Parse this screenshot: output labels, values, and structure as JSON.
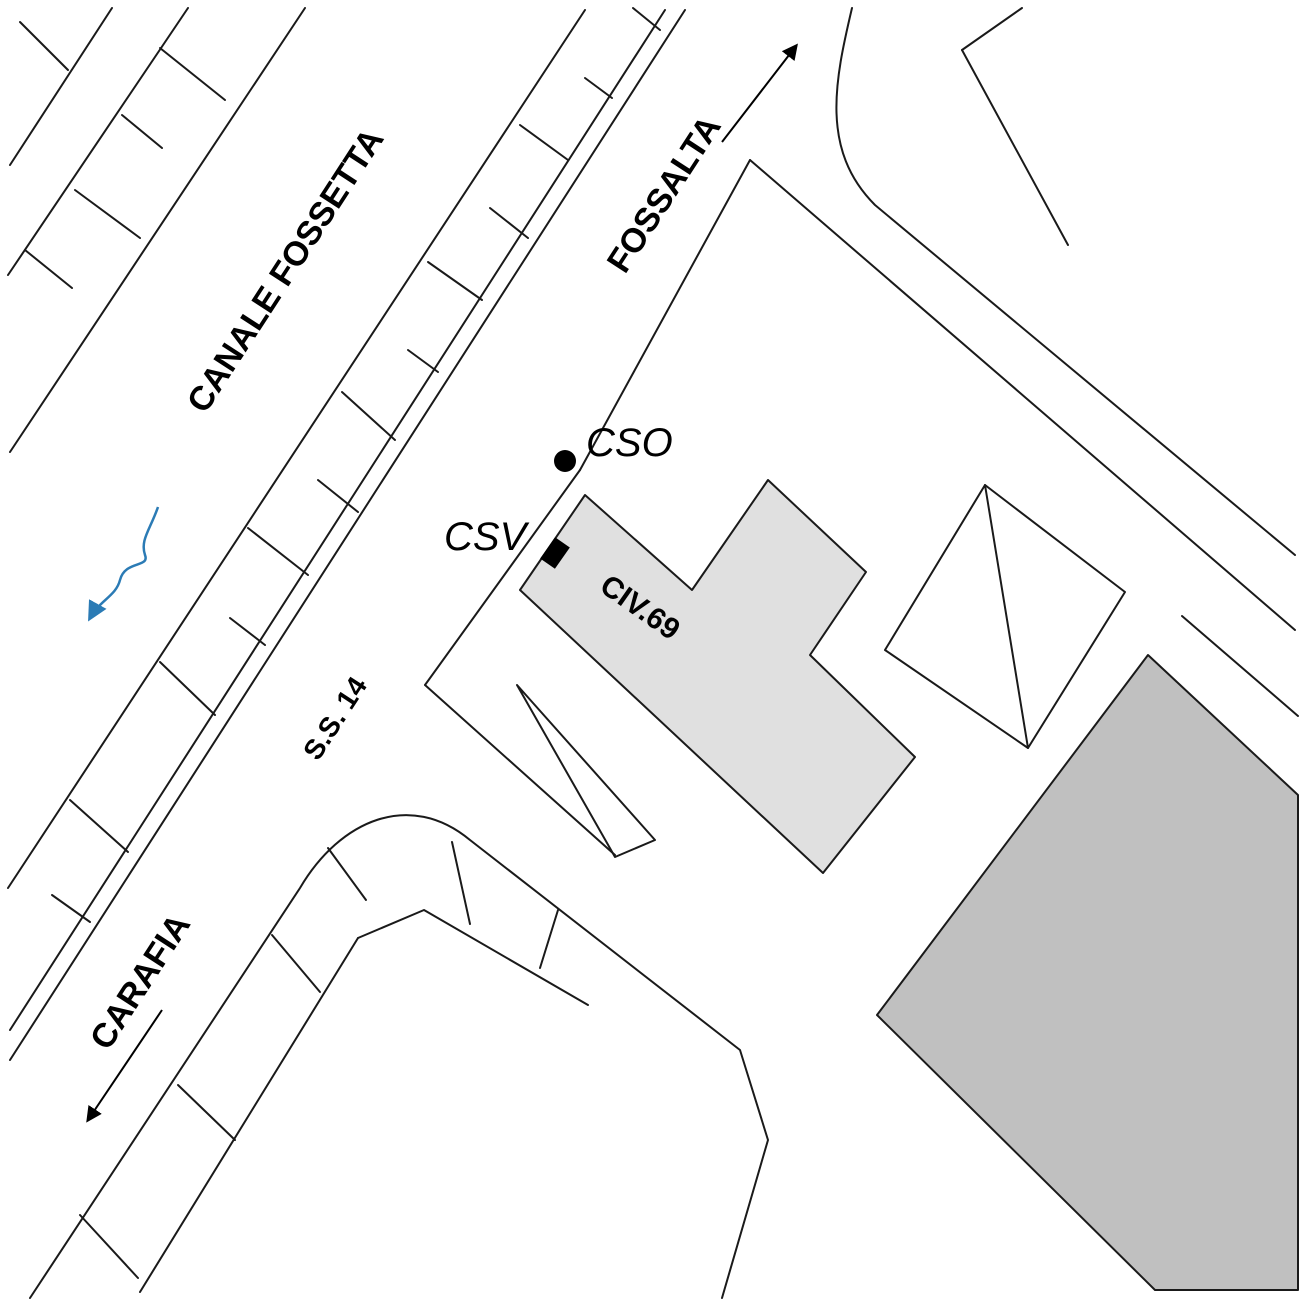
{
  "map": {
    "labels": {
      "canale": "CANALE FOSSETTA",
      "fossalta": "FOSSALTA",
      "carafia": "CARAFIA",
      "ss14": "S.S. 14",
      "civ69": "CIV.69",
      "cso": "CSO",
      "csv": "CSV"
    },
    "colors": {
      "line": "#1a1a1a",
      "building_light": "#e0e0e0",
      "building_dark": "#c0c0c0",
      "flow_arrow": "#2b7bb5"
    },
    "icons": {
      "flow_direction": "water-flow-arrow-icon",
      "cso_marker": "cso-point-icon",
      "csv_marker": "csv-box-icon",
      "to_fossalta": "arrow-up-right-icon",
      "to_carafia": "arrow-down-left-icon"
    }
  }
}
